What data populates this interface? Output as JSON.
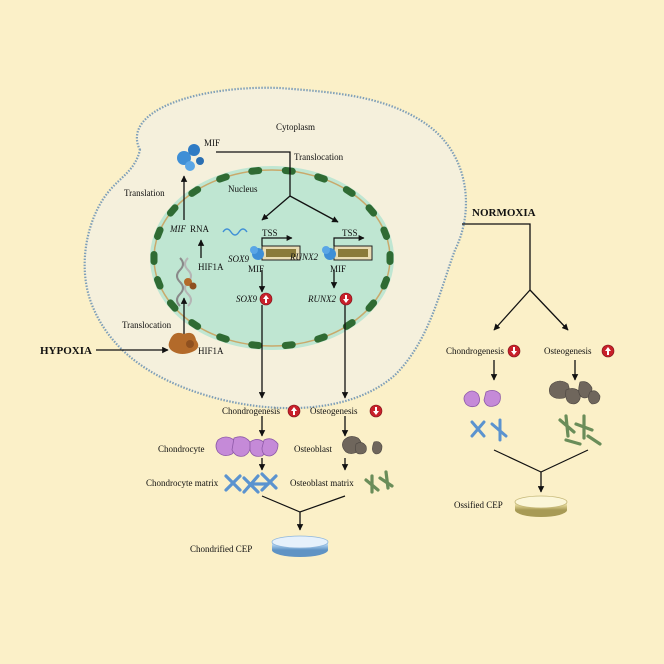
{
  "labels": {
    "cytoplasm": "Cytoplasm",
    "nucleus": "Nucleus",
    "mif_top": "MIF",
    "translocation_top": "Translocation",
    "translation": "Translation",
    "mif_rna_gene": "MIF",
    "mif_rna_suffix": "RNA",
    "hif1a_nuclear": "HIF1A",
    "tss_left": "TSS",
    "tss_right": "TSS",
    "sox9_gene": "SOX9",
    "runx2_gene": "RUNX2",
    "mif_left": "MIF",
    "mif_right": "MIF",
    "sox9_protein": "SOX9",
    "runx2_protein": "RUNX2",
    "translocation_bottom": "Translocation",
    "hif1a_cytoplasm": "HIF1A",
    "hypoxia": "HYPOXIA",
    "normoxia": "NORMOXIA",
    "hyp_chondrogenesis": "Chondrogenesis",
    "hyp_osteogenesis": "Osteogenesis",
    "chondrocyte": "Chondrocyte",
    "osteoblast": "Osteoblast",
    "chondrocyte_matrix": "Chondrocyte matrix",
    "osteoblast_matrix": "Osteoblast  matrix",
    "chondrified_cep": "Chondrified CEP",
    "norm_chondrogenesis": "Chondrogenesis",
    "norm_osteogenesis": "Osteogenesis",
    "ossified_cep": "Ossified CEP"
  },
  "regulation": {
    "hyp_chondrogenesis": "up",
    "hyp_osteogenesis": "down",
    "sox9_protein": "up",
    "runx2_protein": "down",
    "norm_chondrogenesis": "down",
    "norm_osteogenesis": "up"
  },
  "colors": {
    "background": "#fbf0c8",
    "cell": "#f5f0dc",
    "nucleus": "#bfe6d2",
    "nuclear_pore": "#2f6b33",
    "mif_protein": "#3f8fd6",
    "hif1a_protein": "#b36a2a",
    "chondrocyte": "#c58ad8",
    "osteoblast": "#6f665c",
    "chondrocyte_matrix": "#5b93cf",
    "osteoblast_matrix": "#6a8d59",
    "regulation_badge": "#c8202a"
  }
}
